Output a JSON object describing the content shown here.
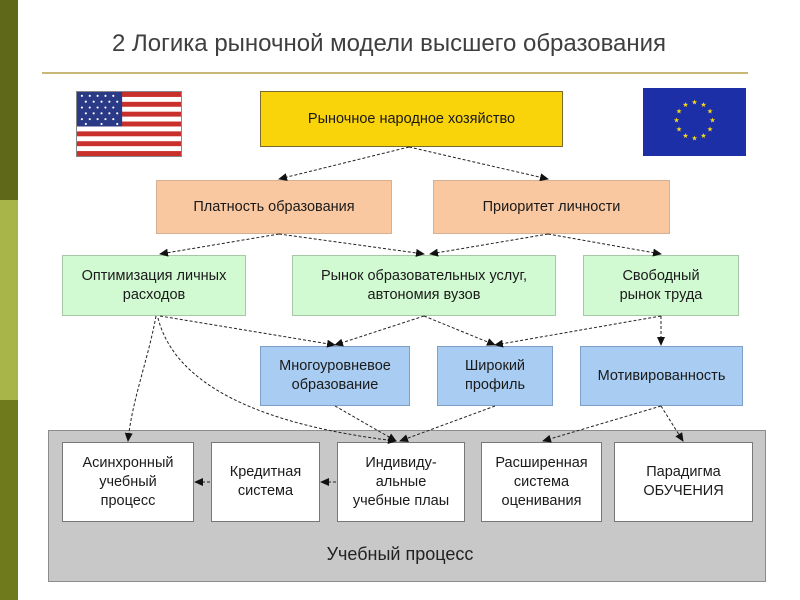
{
  "slide": {
    "title": "2 Логика рыночной модели высшего образования"
  },
  "flags": {
    "left": "US flag",
    "right": "EU flag"
  },
  "nodes": {
    "market_economy": {
      "lines": [
        "Рыночное народное хозяйство"
      ]
    },
    "paid_education": {
      "lines": [
        "Платность образования"
      ]
    },
    "personality_priority": {
      "lines": [
        "Приоритет личности"
      ]
    },
    "cost_optimization": {
      "lines": [
        "Оптимизация личных",
        "расходов"
      ]
    },
    "education_market": {
      "lines": [
        "Рынок образовательных услуг,",
        "автономия вузов"
      ]
    },
    "free_labor_market": {
      "lines": [
        "Свободный",
        "рынок труда"
      ]
    },
    "multilevel_education": {
      "lines": [
        "Многоуровневое",
        "образование"
      ]
    },
    "broad_profile": {
      "lines": [
        "Широкий",
        "профиль"
      ]
    },
    "motivation": {
      "lines": [
        "Мотивированность"
      ]
    },
    "asynchronous_process": {
      "lines": [
        "Асинхронный",
        "учебный",
        "процесс"
      ]
    },
    "credit_system": {
      "lines": [
        "Кредитная",
        "система"
      ]
    },
    "individual_plans": {
      "lines": [
        "Индивиду-",
        "альные",
        "учебные плаы"
      ]
    },
    "assessment_system": {
      "lines": [
        "Расширенная",
        "система",
        "оценивания"
      ]
    },
    "learning_paradigm": {
      "lines": [
        "Парадигма",
        "ОБУЧЕНИЯ"
      ]
    }
  },
  "process": {
    "label": "Учебный процесс"
  },
  "colors": {
    "stripe_dark": "#5f6718",
    "stripe_light": "#a8b548",
    "yellow": "#fad40a",
    "peach": "#fac8a0",
    "mint": "#d2fad2",
    "blue": "#a8ccf2",
    "panel_gray": "#c8c8c8"
  }
}
